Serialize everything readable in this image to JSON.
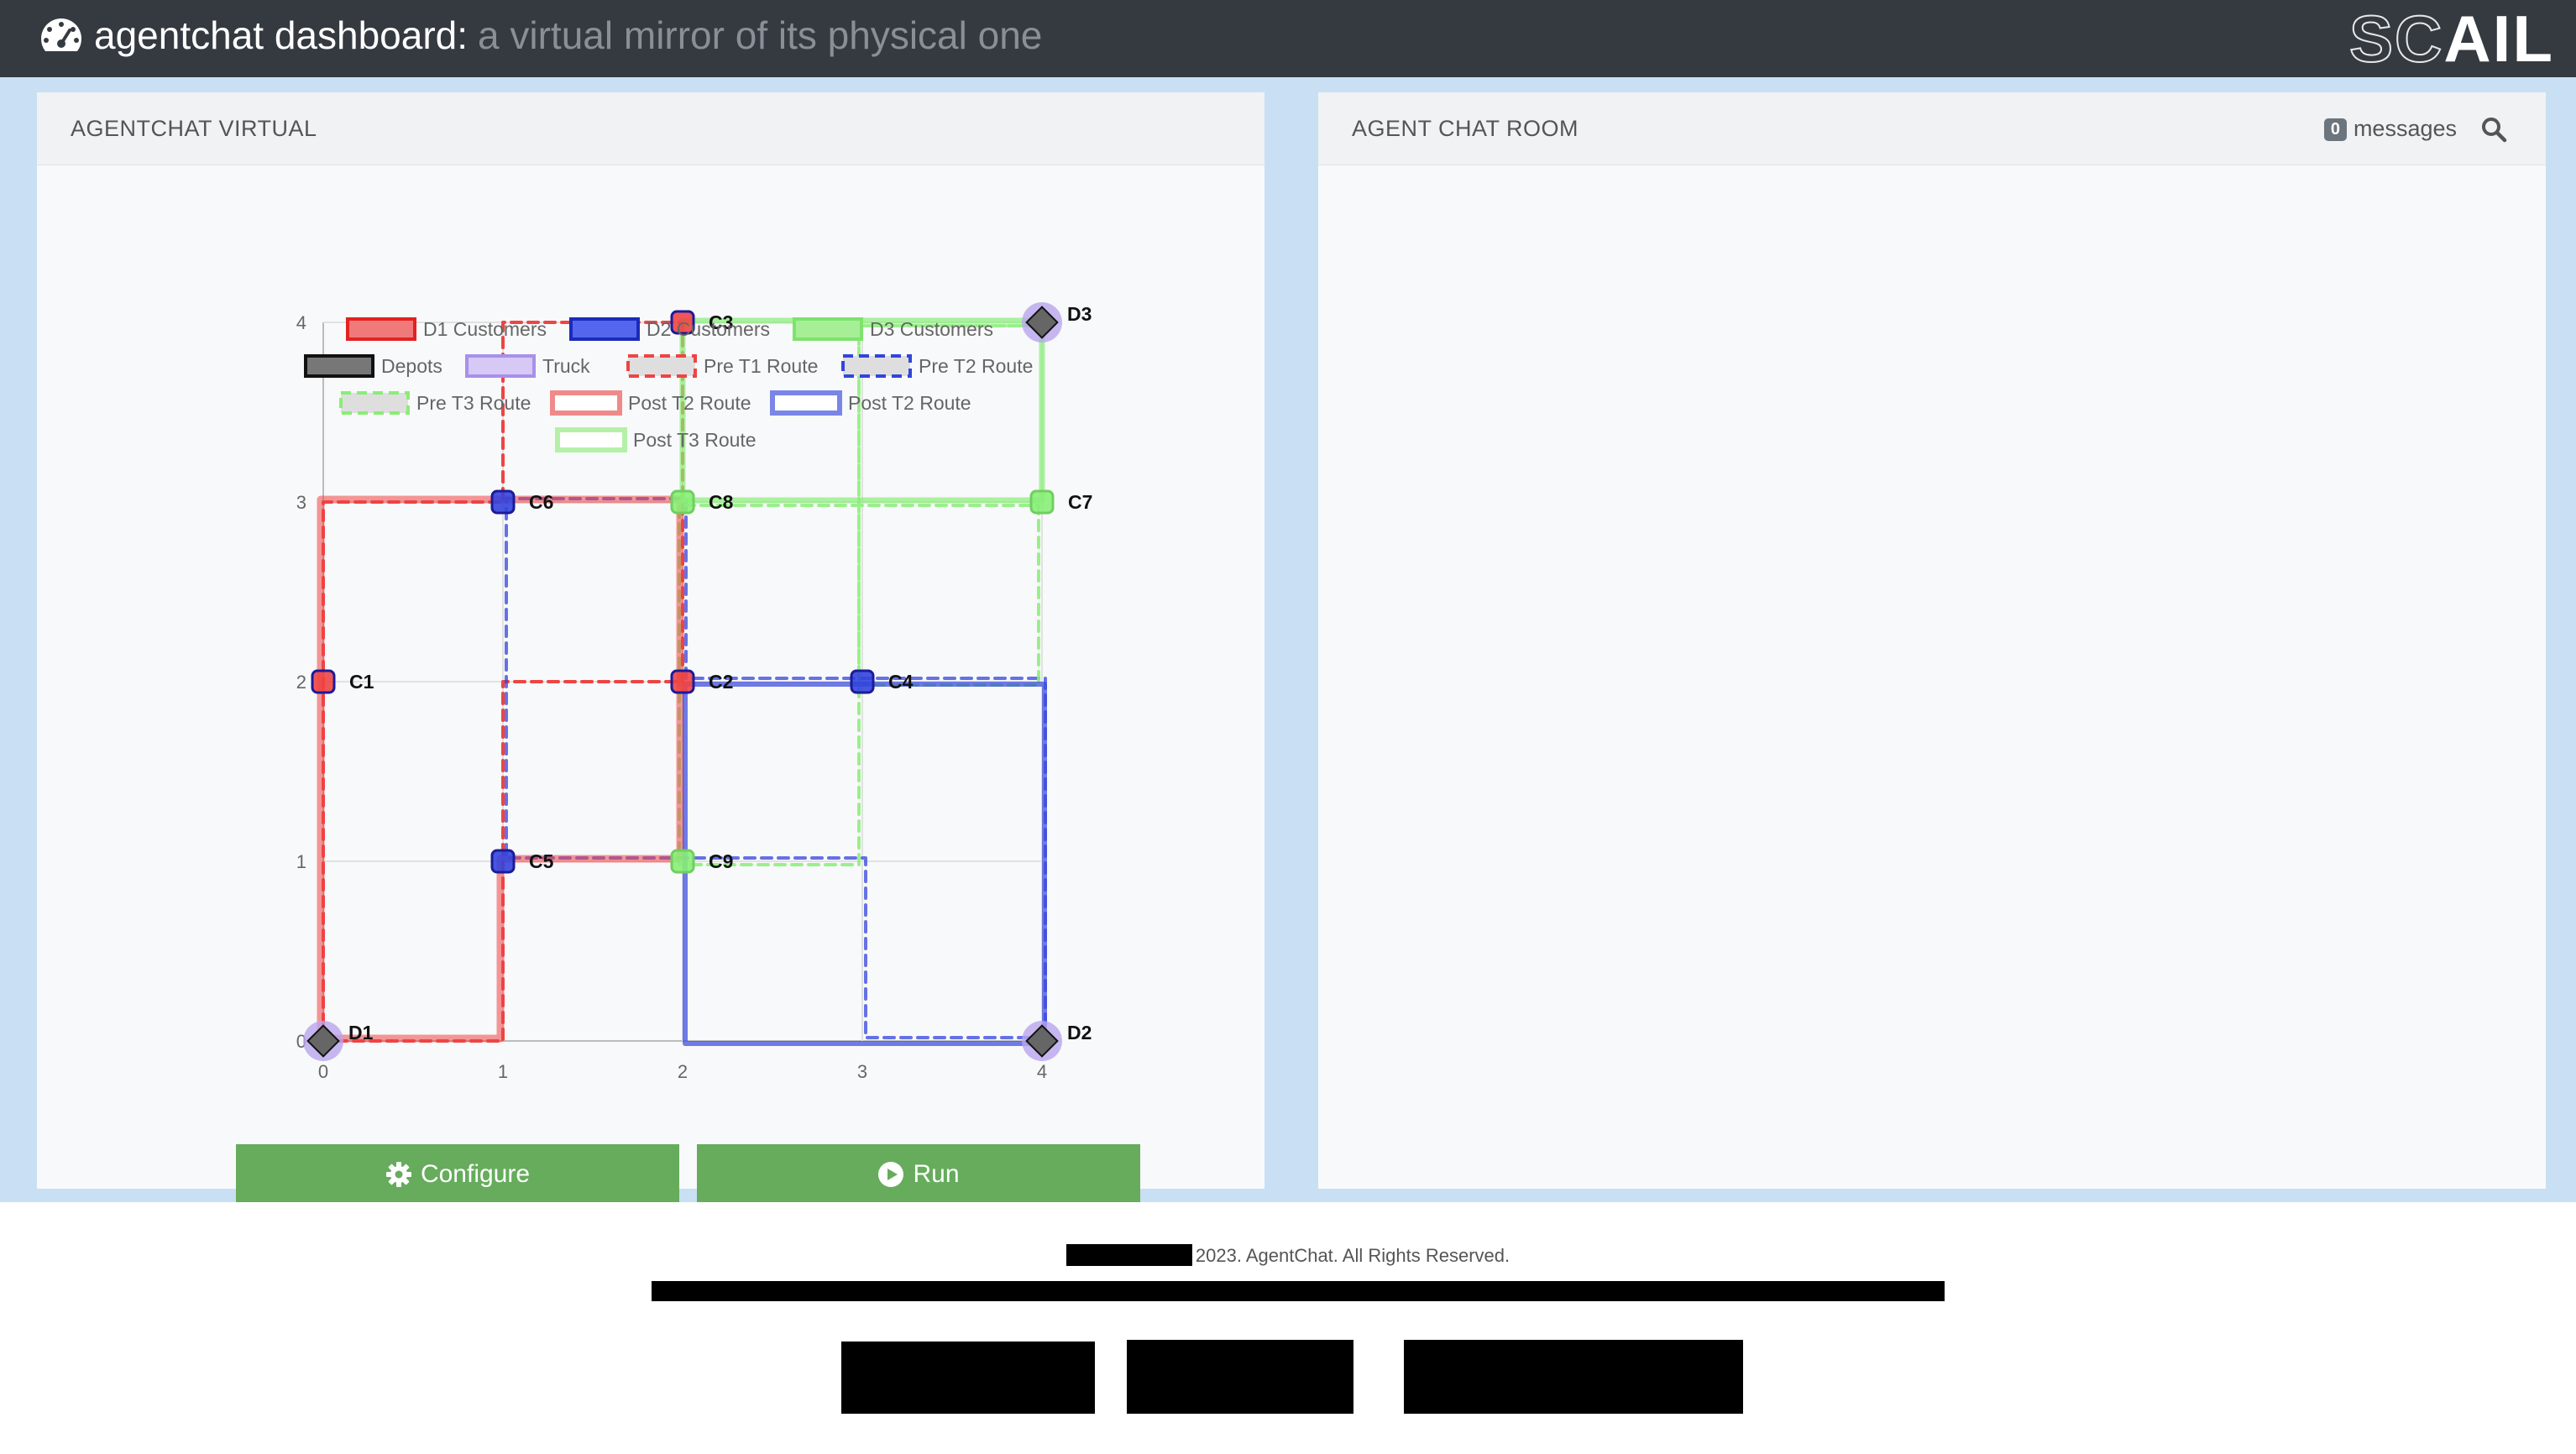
{
  "header": {
    "title": "agentchat dashboard:",
    "subtitle": "a virtual mirror of its physical one",
    "logo_part1": "SC",
    "logo_part2": "AIL"
  },
  "left_panel": {
    "title": "AGENTCHAT VIRTUAL",
    "configure_label": "Configure",
    "run_label": "Run"
  },
  "right_panel": {
    "title": "AGENT CHAT ROOM",
    "message_count": "0",
    "messages_label": "messages"
  },
  "footer": {
    "copyright": "2023. AgentChat. All Rights Reserved."
  },
  "colors": {
    "d1": "#ee4444",
    "d2": "#3344dd",
    "d3": "#88ee77",
    "depot": "#666666",
    "truck": "#b9a5ee",
    "button": "#66ac5c",
    "topbar": "#343a40"
  },
  "chart_data": {
    "type": "scatter",
    "xlim": [
      0,
      4
    ],
    "ylim": [
      0,
      4
    ],
    "x_ticks": [
      "0",
      "1",
      "2",
      "3",
      "4"
    ],
    "y_ticks": [
      "0",
      "1",
      "2",
      "3",
      "4"
    ],
    "grid": true,
    "legend_position": "top",
    "legend": [
      {
        "label": "D1 Customers",
        "key": "d1"
      },
      {
        "label": "D2 Customers",
        "key": "d2"
      },
      {
        "label": "D3 Customers",
        "key": "d3"
      },
      {
        "label": "Depots",
        "key": "depot"
      },
      {
        "label": "Truck",
        "key": "truck"
      },
      {
        "label": "Pre T1 Route",
        "key": "pre1"
      },
      {
        "label": "Pre T2 Route",
        "key": "pre2"
      },
      {
        "label": "Pre T3 Route",
        "key": "pre3"
      },
      {
        "label": "Post T2 Route",
        "key": "post1"
      },
      {
        "label": "Post T2 Route",
        "key": "post2"
      },
      {
        "label": "Post T3 Route",
        "key": "post3"
      }
    ],
    "customers": [
      {
        "label": "C1",
        "x": 0,
        "y": 2,
        "group": "d1"
      },
      {
        "label": "C2",
        "x": 2,
        "y": 2,
        "group": "d1"
      },
      {
        "label": "C3",
        "x": 2,
        "y": 4,
        "group": "d1"
      },
      {
        "label": "C4",
        "x": 3,
        "y": 2,
        "group": "d2"
      },
      {
        "label": "C5",
        "x": 1,
        "y": 1,
        "group": "d2"
      },
      {
        "label": "C6",
        "x": 1,
        "y": 3,
        "group": "d2"
      },
      {
        "label": "C7",
        "x": 4,
        "y": 3,
        "group": "d3"
      },
      {
        "label": "C8",
        "x": 2,
        "y": 3,
        "group": "d3"
      },
      {
        "label": "C9",
        "x": 2,
        "y": 1,
        "group": "d3"
      }
    ],
    "depots": [
      {
        "label": "D1",
        "x": 0,
        "y": 0
      },
      {
        "label": "D2",
        "x": 4,
        "y": 0
      },
      {
        "label": "D3",
        "x": 4,
        "y": 4
      }
    ],
    "routes": [
      {
        "key": "pre1",
        "style": "dashed",
        "group": "d1",
        "points": [
          [
            0,
            0
          ],
          [
            0,
            3
          ],
          [
            1,
            3
          ],
          [
            1,
            4
          ],
          [
            2,
            4
          ],
          [
            2,
            2
          ],
          [
            1,
            2
          ],
          [
            1,
            0
          ],
          [
            0,
            0
          ]
        ]
      },
      {
        "key": "pre2",
        "style": "dashed",
        "group": "d2",
        "points": [
          [
            4,
            0
          ],
          [
            3,
            0
          ],
          [
            3,
            1
          ],
          [
            1,
            1
          ],
          [
            1,
            3
          ],
          [
            2,
            3
          ],
          [
            2,
            2
          ],
          [
            3,
            2
          ],
          [
            4,
            2
          ],
          [
            4,
            0
          ]
        ]
      },
      {
        "key": "pre3",
        "style": "dashed",
        "group": "d3",
        "points": [
          [
            4,
            4
          ],
          [
            3,
            4
          ],
          [
            3,
            2
          ],
          [
            4,
            2
          ],
          [
            4,
            3
          ],
          [
            2,
            3
          ],
          [
            2,
            1
          ],
          [
            3,
            1
          ],
          [
            3,
            4
          ],
          [
            4,
            4
          ]
        ]
      },
      {
        "key": "post1",
        "style": "solid",
        "group": "d1",
        "points": [
          [
            0,
            0
          ],
          [
            0,
            3
          ],
          [
            2,
            3
          ],
          [
            2,
            1
          ],
          [
            1,
            1
          ],
          [
            1,
            0
          ],
          [
            0,
            0
          ]
        ]
      },
      {
        "key": "post2",
        "style": "solid",
        "group": "d2",
        "points": [
          [
            4,
            0
          ],
          [
            2,
            0
          ],
          [
            2,
            2
          ],
          [
            4,
            2
          ],
          [
            4,
            0
          ]
        ]
      },
      {
        "key": "post3",
        "style": "solid",
        "group": "d3",
        "points": [
          [
            4,
            4
          ],
          [
            2,
            4
          ],
          [
            2,
            3
          ],
          [
            4,
            3
          ],
          [
            4,
            4
          ]
        ]
      }
    ]
  }
}
